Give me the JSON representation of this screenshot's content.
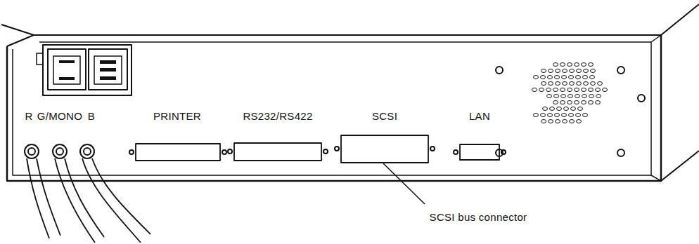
{
  "diagram": {
    "labels": [
      "R",
      "G/MONO",
      "B",
      "PRINTER",
      "RS232/RS422",
      "SCSI",
      "LAN",
      "SCSI bus connector"
    ]
  }
}
